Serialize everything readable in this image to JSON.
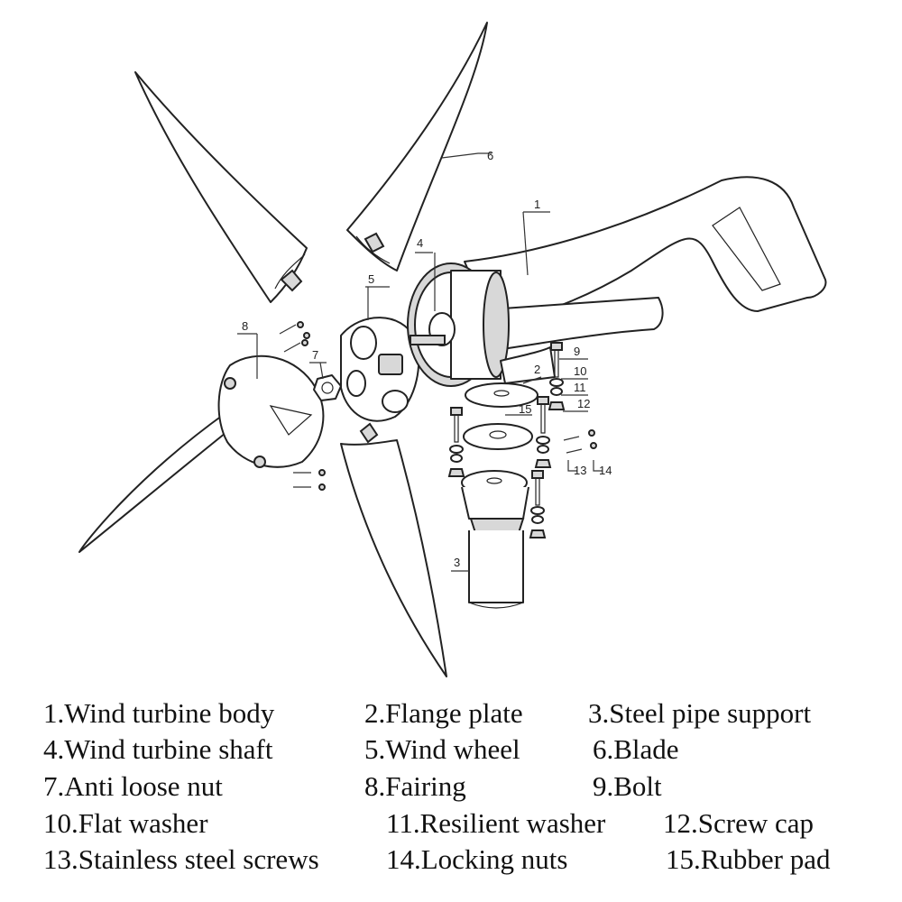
{
  "callouts": {
    "c1": "1",
    "c2": "2",
    "c3": "3",
    "c4": "4",
    "c5": "5",
    "c6": "6",
    "c7": "7",
    "c8": "8",
    "c9": "9",
    "c10": "10",
    "c11": "11",
    "c12": "12",
    "c13": "13",
    "c14": "14",
    "c15": "15"
  },
  "legend": {
    "i1": "1.Wind turbine body",
    "i2": "2.Flange plate",
    "i3": "3.Steel pipe support",
    "i4": "4.Wind turbine shaft",
    "i5": "5.Wind wheel",
    "i6": "6.Blade",
    "i7": "7.Anti loose nut",
    "i8": "8.Fairing",
    "i9": "9.Bolt",
    "i10": "10.Flat washer",
    "i11": "11.Resilient washer",
    "i12": "12.Screw cap",
    "i13": "13.Stainless steel screws",
    "i14": "14.Locking nuts",
    "i15": "15.Rubber pad"
  }
}
